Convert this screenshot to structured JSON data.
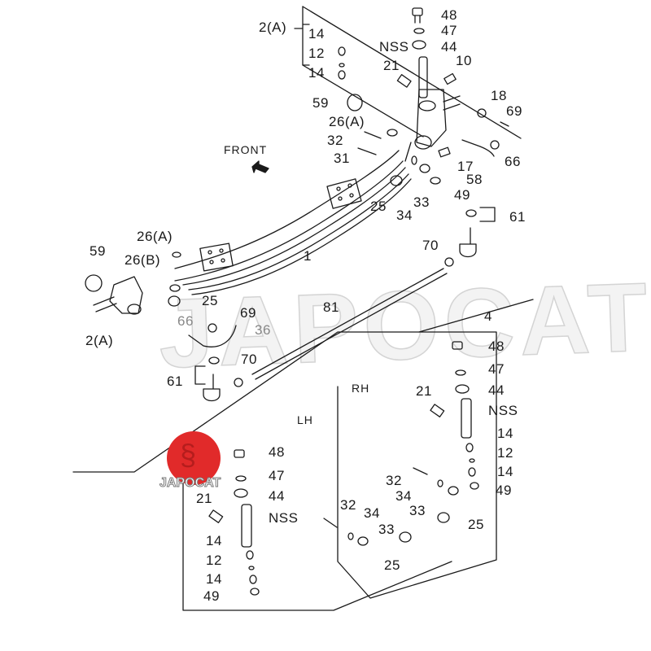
{
  "title": "Front Axle & Steering Knuckle Parts Diagram",
  "labels": {
    "front": "FRONT",
    "rh": "RH",
    "lh": "LH",
    "top": {
      "p2a": "2(A)",
      "p14a": "14",
      "p12": "12",
      "p14b": "14",
      "p48": "48",
      "p47": "47",
      "p44": "44",
      "nss": "NSS",
      "p21": "21",
      "p10": "10",
      "p59": "59",
      "p18": "18",
      "p69": "69",
      "p26a": "26(A)",
      "p32": "32",
      "p31": "31",
      "p17": "17",
      "p66": "66",
      "p58": "58",
      "p49": "49",
      "p25": "25",
      "p34": "34",
      "p33": "33",
      "p61": "61",
      "p70": "70",
      "p1": "1"
    },
    "left": {
      "p59": "59",
      "p26a": "26(A)",
      "p26b": "26(B)",
      "p25": "25",
      "p2a": "2(A)",
      "p66": "66",
      "p69": "69",
      "p36": "36",
      "p61": "61",
      "p70": "70",
      "p81": "81",
      "p4": "4"
    },
    "rh_box": {
      "p48": "48",
      "p47": "47",
      "p44": "44",
      "p21": "21",
      "nss": "NSS",
      "p14a": "14",
      "p12": "12",
      "p14b": "14",
      "p49": "49",
      "p32": "32",
      "p34": "34",
      "p33": "33",
      "p25": "25"
    },
    "lh_box": {
      "p48": "48",
      "p47": "47",
      "p44": "44",
      "p21": "21",
      "nss": "NSS",
      "p14a": "14",
      "p12": "12",
      "p14b": "14",
      "p49": "49",
      "p32": "32",
      "p34": "34",
      "p33": "33",
      "p25": "25"
    }
  },
  "watermark": "JAPOCAT",
  "logo": {
    "text": "JAPOCAT",
    "color": "#e12a2a"
  }
}
